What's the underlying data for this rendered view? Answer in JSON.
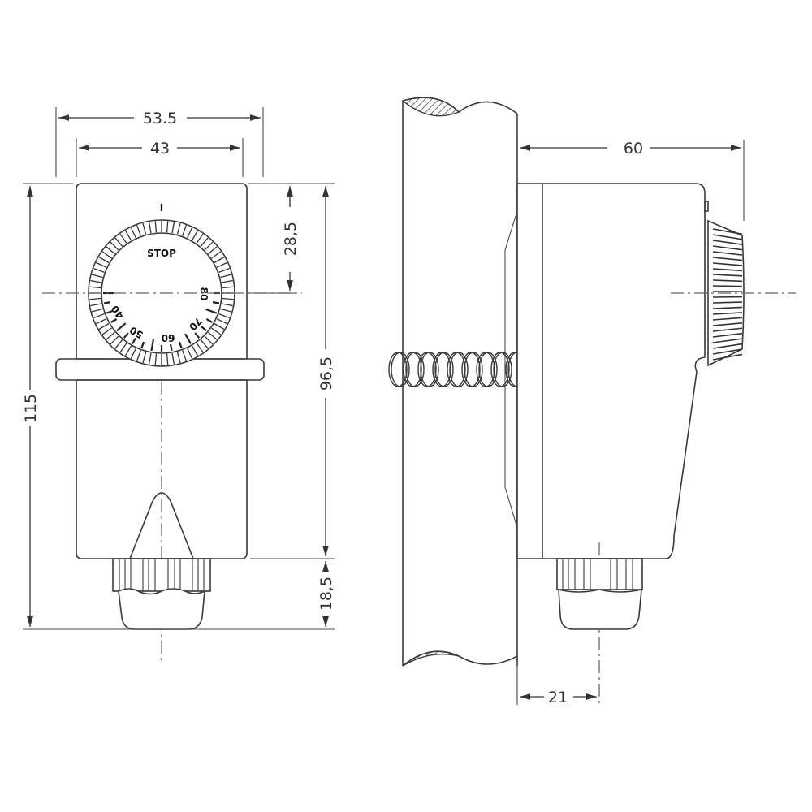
{
  "drawing": {
    "type": "technical-dimension-drawing",
    "subject": "pipe-mounted thermostat, front and side views"
  },
  "front_view": {
    "dial": {
      "stop_label": "STOP",
      "top_mark": "I",
      "scale_labels": [
        "40",
        "50",
        "60",
        "70",
        "80"
      ]
    },
    "dimensions": {
      "overall_width": "53.5",
      "body_width": "43",
      "dial_center_from_top": "28,5",
      "body_height": "96,5",
      "gland_height": "18,5",
      "overall_height": "115"
    }
  },
  "side_view": {
    "dimensions": {
      "depth": "60",
      "gland_offset": "21"
    }
  }
}
